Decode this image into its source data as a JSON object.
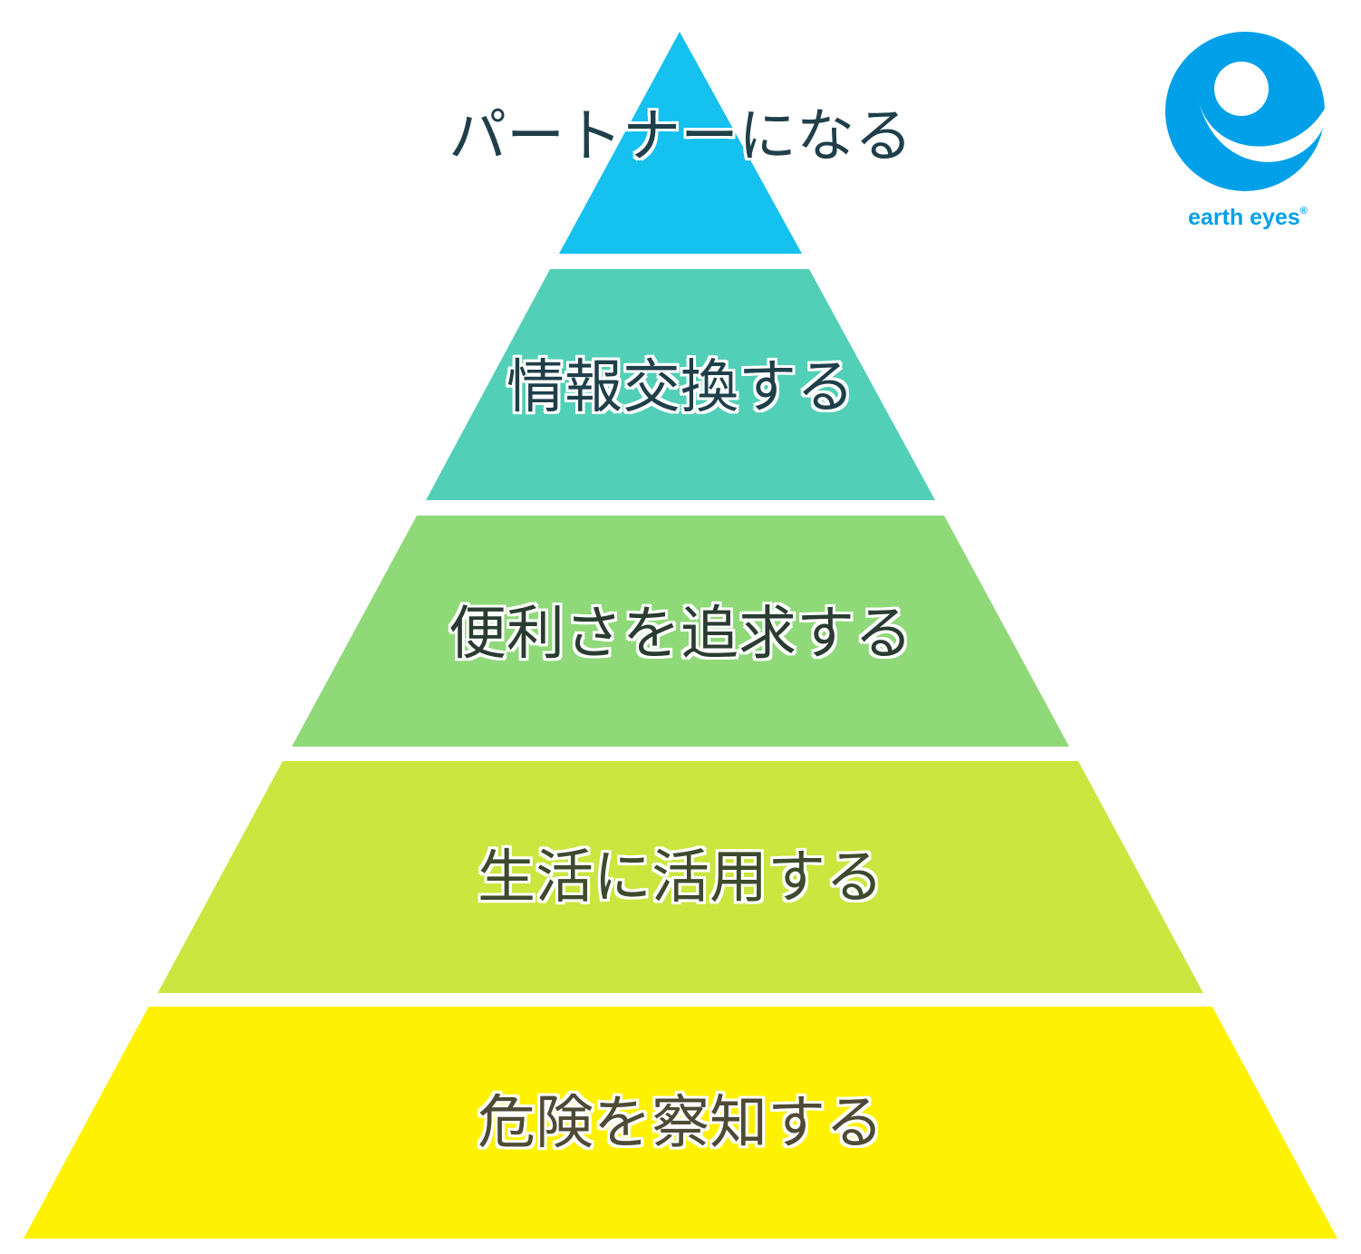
{
  "tiers": [
    {
      "label": "パートナーになる",
      "fill": "#14c1ef",
      "text_color": "#1f3f4a"
    },
    {
      "label": "情報交換する",
      "fill": "#52cfb7",
      "text_color": "#1f3f4a"
    },
    {
      "label": "便利さを追求する",
      "fill": "#8fd979",
      "text_color": "#2a3c32"
    },
    {
      "label": "生活に活用する",
      "fill": "#cbe63e",
      "text_color": "#3d4a2e"
    },
    {
      "label": "危険を察知する",
      "fill": "#fff200",
      "text_color": "#4f4a36"
    }
  ],
  "logo": {
    "name": "earth-eyes-logo",
    "text": "earth eyes",
    "registered_mark": "®",
    "color": "#00a0e9"
  }
}
